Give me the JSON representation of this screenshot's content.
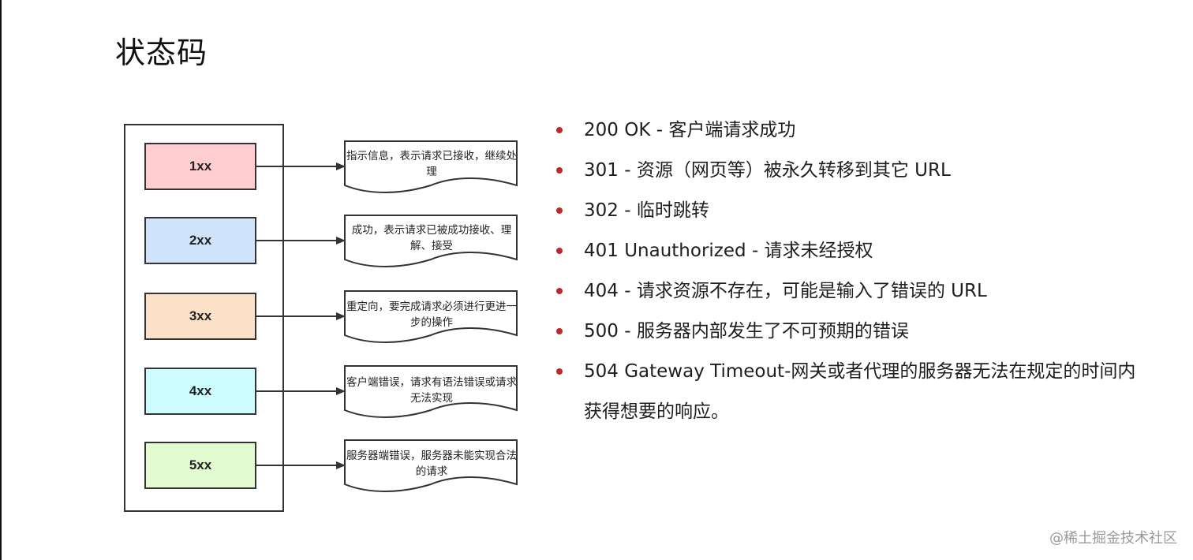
{
  "title": "状态码",
  "diagram": {
    "categories": [
      {
        "code": "1xx",
        "fill": "#ffcdd0",
        "description": "指示信息，表示请求已接收，继续处理"
      },
      {
        "code": "2xx",
        "fill": "#cfe3fb",
        "description": "成功，表示请求已被成功接收、理解、接受"
      },
      {
        "code": "3xx",
        "fill": "#fde0c8",
        "description": "重定向，要完成请求必须进行更进一步的操作"
      },
      {
        "code": "4xx",
        "fill": "#ccfcfd",
        "description": "客户端错误，请求有语法错误或请求无法实现"
      },
      {
        "code": "5xx",
        "fill": "#e2fbd0",
        "description": "服务器端错误，服务器未能实现合法的请求"
      }
    ]
  },
  "codes": [
    "200 OK - 客户端请求成功",
    "301 - 资源（网页等）被永久转移到其它 URL",
    "302 - 临时跳转",
    "401 Unauthorized - 请求未经授权",
    "404 - 请求资源不存在，可能是输入了错误的 URL",
    "500 - 服务器内部发生了不可预期的错误",
    "504 Gateway Timeout-网关或者代理的服务器无法在规定的时间内获得想要的响应。"
  ],
  "bullet_color": "#c0272d",
  "watermark": "@稀土掘金技术社区"
}
